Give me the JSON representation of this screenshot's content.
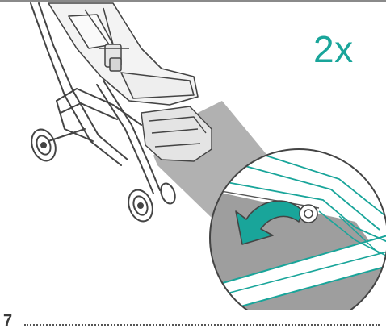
{
  "instruction": {
    "quantity_label": "2x",
    "step_number": "7"
  },
  "icons": {
    "stroller": "stroller-illustration",
    "detail": "magnified-detail",
    "arrow": "curved-arrow-icon",
    "snap": "snap-button-icon"
  },
  "colors": {
    "accent": "#19a59a",
    "callout_gray": "#a5a5a5",
    "fabric_gray": "#9d9d9d",
    "line": "#444444"
  }
}
